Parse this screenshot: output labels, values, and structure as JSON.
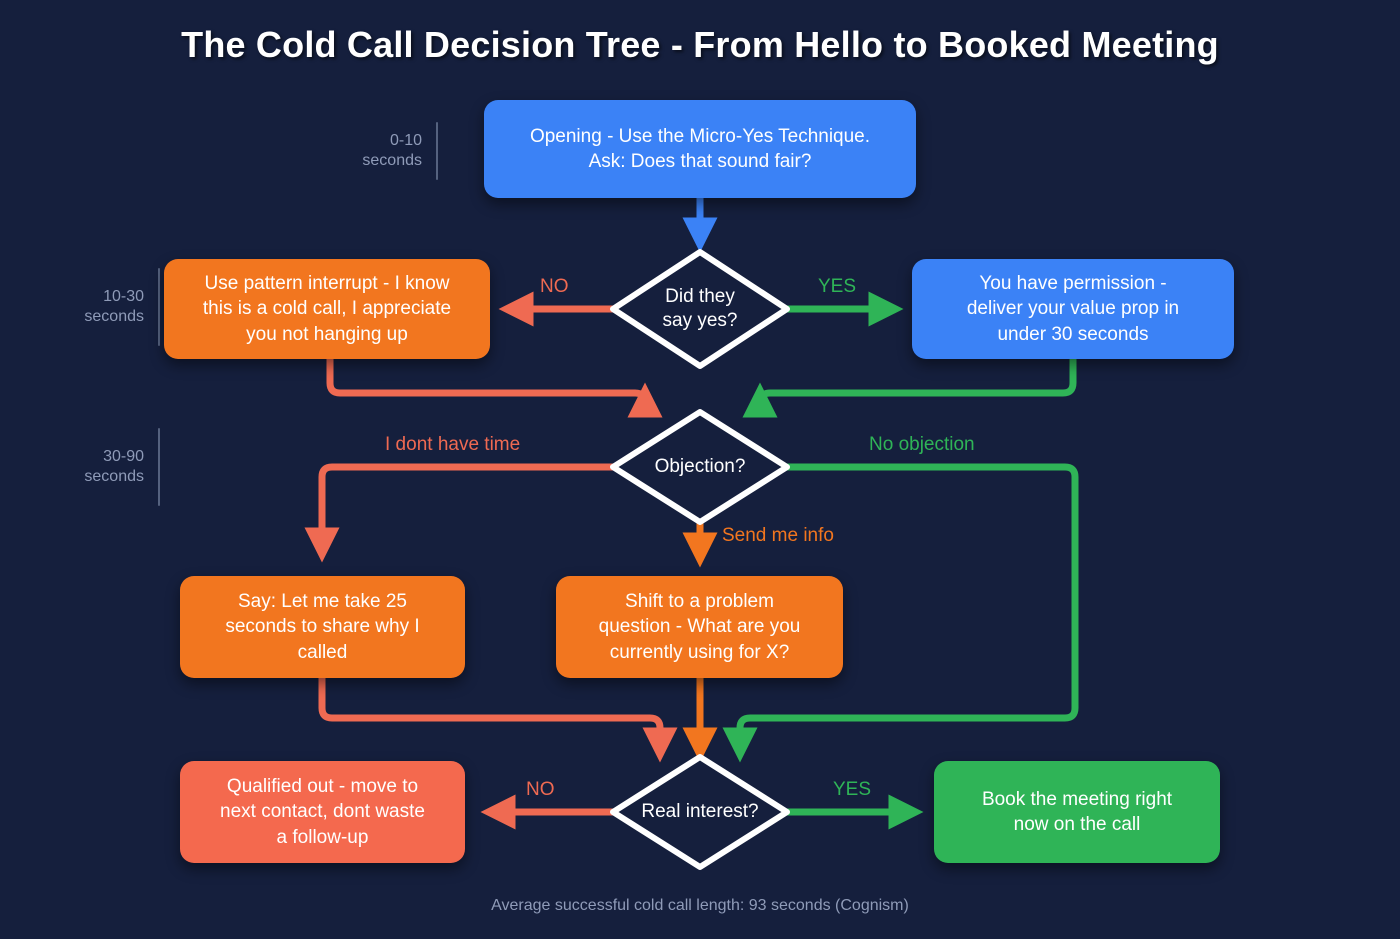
{
  "page": {
    "title": "The Cold Call Decision Tree - From Hello to Booked Meeting",
    "footnote": "Average successful cold call length: 93 seconds (Cognism)",
    "background_color": "#151f3d"
  },
  "palette": {
    "blue": "#3b82f6",
    "orange": "#f2761f",
    "salmon": "#f4694e",
    "green": "#2fb457",
    "white": "#ffffff",
    "muted": "#8f9bb8"
  },
  "timeline": [
    {
      "label": "0-10\nseconds"
    },
    {
      "label": "10-30\nseconds"
    },
    {
      "label": "30-90\nseconds"
    }
  ],
  "nodes": {
    "opening": "Opening - Use the Micro-Yes Technique.\nAsk: Does that sound fair?",
    "did_they_say_yes": "Did they\nsay yes?",
    "pattern_interrupt": "Use pattern interrupt - I know\nthis is a cold call, I appreciate\nyou not hanging up",
    "permission": "You have permission -\ndeliver your value prop in\nunder 30 seconds",
    "objection": "Objection?",
    "take_25_seconds": "Say: Let me take 25\nseconds to share why I\ncalled",
    "problem_question": "Shift to a problem\nquestion - What are you\ncurrently using for X?",
    "real_interest": "Real interest?",
    "qualified_out": "Qualified out - move to\nnext contact, dont waste\na follow-up",
    "book_meeting": "Book the meeting right\nnow on the call"
  },
  "edges": {
    "no_1": "NO",
    "yes_1": "YES",
    "i_dont_have_time": "I dont have time",
    "no_objection": "No objection",
    "send_me_info": "Send me info",
    "no_2": "NO",
    "yes_2": "YES"
  }
}
